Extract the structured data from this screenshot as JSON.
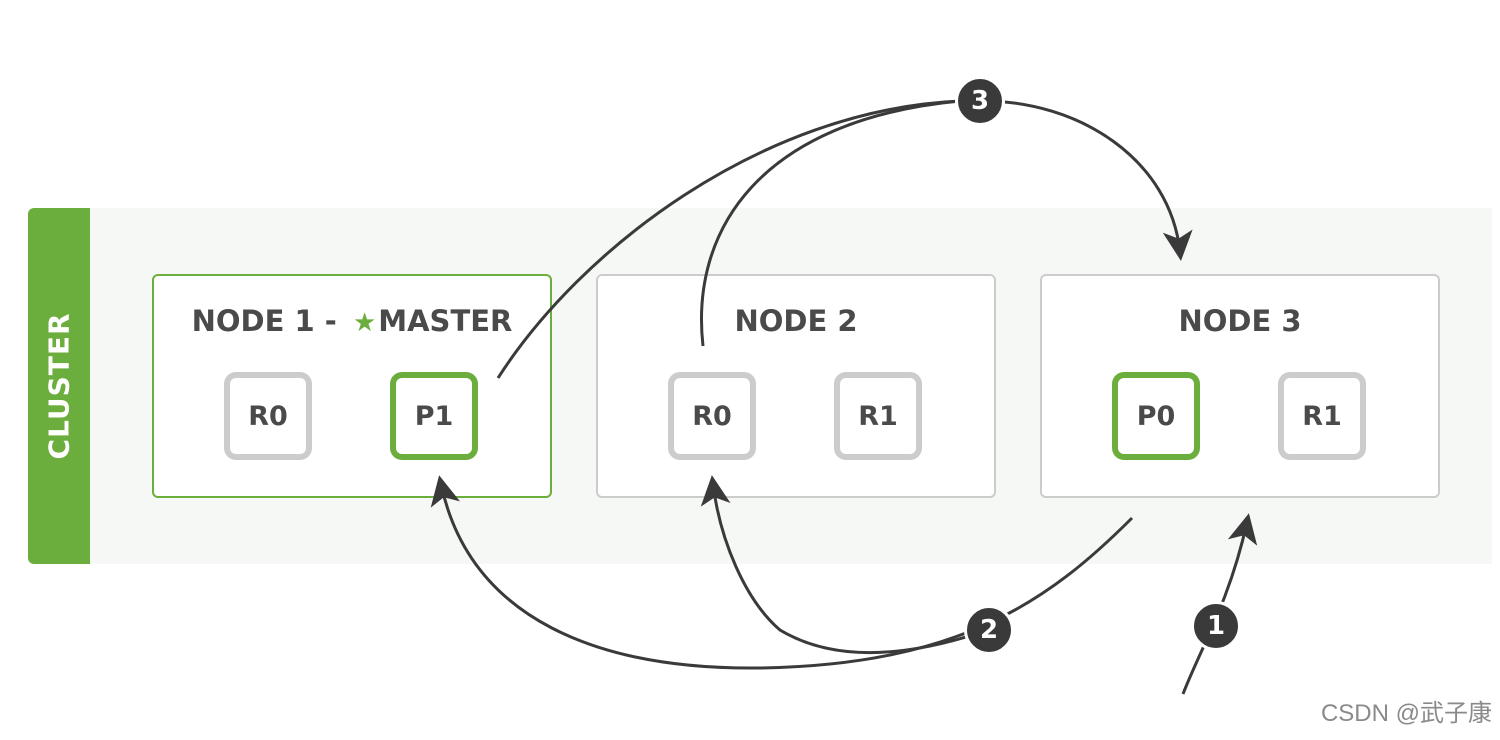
{
  "cluster": {
    "label": "CLUSTER"
  },
  "nodes": [
    {
      "title": "NODE 1 - ",
      "master_label": "MASTER",
      "shards": [
        {
          "label": "R0",
          "type": "replica"
        },
        {
          "label": "P1",
          "type": "primary"
        }
      ]
    },
    {
      "title": "NODE 2",
      "shards": [
        {
          "label": "R0",
          "type": "replica"
        },
        {
          "label": "R1",
          "type": "replica"
        }
      ]
    },
    {
      "title": "NODE 3",
      "shards": [
        {
          "label": "P0",
          "type": "primary"
        },
        {
          "label": "R1",
          "type": "replica"
        }
      ]
    }
  ],
  "steps": [
    "1",
    "2",
    "3"
  ],
  "watermark": "CSDN @武子康",
  "colors": {
    "accent": "#6cae3e",
    "replica_border": "#cccccc",
    "arrow": "#3a3a3a",
    "text": "#4a4a4a"
  }
}
